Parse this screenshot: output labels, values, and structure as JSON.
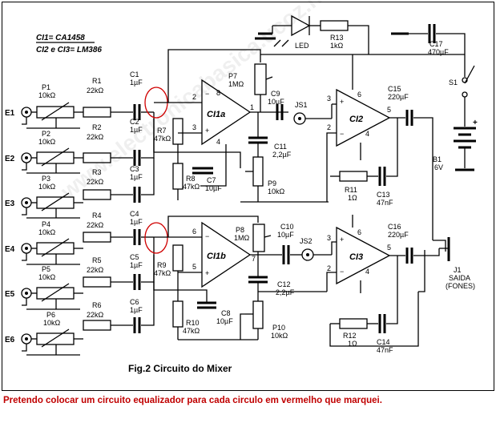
{
  "notes": {
    "line1": "CI1= CA1458",
    "line2": "CI2 e CI3= LM386"
  },
  "caption": "Fig.2 Circuito do Mixer",
  "user_note": "Pretendo colocar um circuito equalizador para cada circulo em vermelho que marquei.",
  "watermark": "www.electronicabasica.ucoz.net",
  "inputs": [
    {
      "jack": "E1",
      "pot": "P1",
      "pot_val": "10kΩ",
      "res": "R1",
      "res_val": "22kΩ",
      "cap": "C1",
      "cap_val": "1µF"
    },
    {
      "jack": "E2",
      "pot": "P2",
      "pot_val": "10kΩ",
      "res": "R2",
      "res_val": "22kΩ",
      "cap": "C2",
      "cap_val": "1µF"
    },
    {
      "jack": "E3",
      "pot": "P3",
      "pot_val": "10kΩ",
      "res": "R3",
      "res_val": "22kΩ",
      "cap": "C3",
      "cap_val": "1µF"
    },
    {
      "jack": "E4",
      "pot": "P4",
      "pot_val": "10kΩ",
      "res": "R4",
      "res_val": "22kΩ",
      "cap": "C4",
      "cap_val": "1µF"
    },
    {
      "jack": "E5",
      "pot": "P5",
      "pot_val": "10kΩ",
      "res": "R5",
      "res_val": "22kΩ",
      "cap": "C5",
      "cap_val": "1µF"
    },
    {
      "jack": "E6",
      "pot": "P6",
      "pot_val": "10kΩ",
      "res": "R6",
      "res_val": "22kΩ",
      "cap": "C6",
      "cap_val": "1µF"
    }
  ],
  "top": {
    "ic_label": "CI1a",
    "pins": {
      "a": "2",
      "b": "3",
      "c": "8",
      "d": "4",
      "out": "1"
    },
    "r7": "R7",
    "r7_val": "47kΩ",
    "r8": "R8",
    "r8_val": "47kΩ",
    "c7": "C7",
    "c7_val": "10µF",
    "p7": "P7",
    "p7_val": "1MΩ",
    "c9": "C9",
    "c9_val": "10µF",
    "js": "JS1",
    "c11": "C11",
    "c11_val": "2,2µF",
    "p9": "P9",
    "p9_val": "10kΩ",
    "ic2": "CI2",
    "ic2_pins": {
      "a": "3",
      "b": "2",
      "c": "6",
      "d": "4",
      "out": "5"
    },
    "c15": "C15",
    "c15_val": "220µF",
    "r11": "R11",
    "r11_val": "1Ω",
    "c13": "C13",
    "c13_val": "47nF"
  },
  "bottom": {
    "ic_label": "CI1b",
    "pins": {
      "a": "6",
      "b": "5",
      "out": "7"
    },
    "r9": "R9",
    "r9_val": "47kΩ",
    "r10": "R10",
    "r10_val": "47kΩ",
    "c8": "C8",
    "c8_val": "10µF",
    "p8": "P8",
    "p8_val": "1MΩ",
    "c10": "C10",
    "c10_val": "10µF",
    "js": "JS2",
    "c12": "C12",
    "c12_val": "2,2µF",
    "p10": "P10",
    "p10_val": "10kΩ",
    "ic3": "CI3",
    "ic3_pins": {
      "a": "3",
      "b": "2",
      "c": "6",
      "d": "4",
      "out": "5"
    },
    "c16": "C16",
    "c16_val": "220µF",
    "r12": "R12",
    "r12_val": "1Ω",
    "c14": "C14",
    "c14_val": "47nF"
  },
  "power": {
    "led": "LED",
    "r13": "R13",
    "r13_val": "1kΩ",
    "c17": "C17",
    "c17_val": "470µF",
    "s1": "S1",
    "b1": "B1",
    "b1_val": "6V",
    "j1": "J1",
    "j1_l1": "SAIDA",
    "j1_l2": "(FONES)"
  }
}
